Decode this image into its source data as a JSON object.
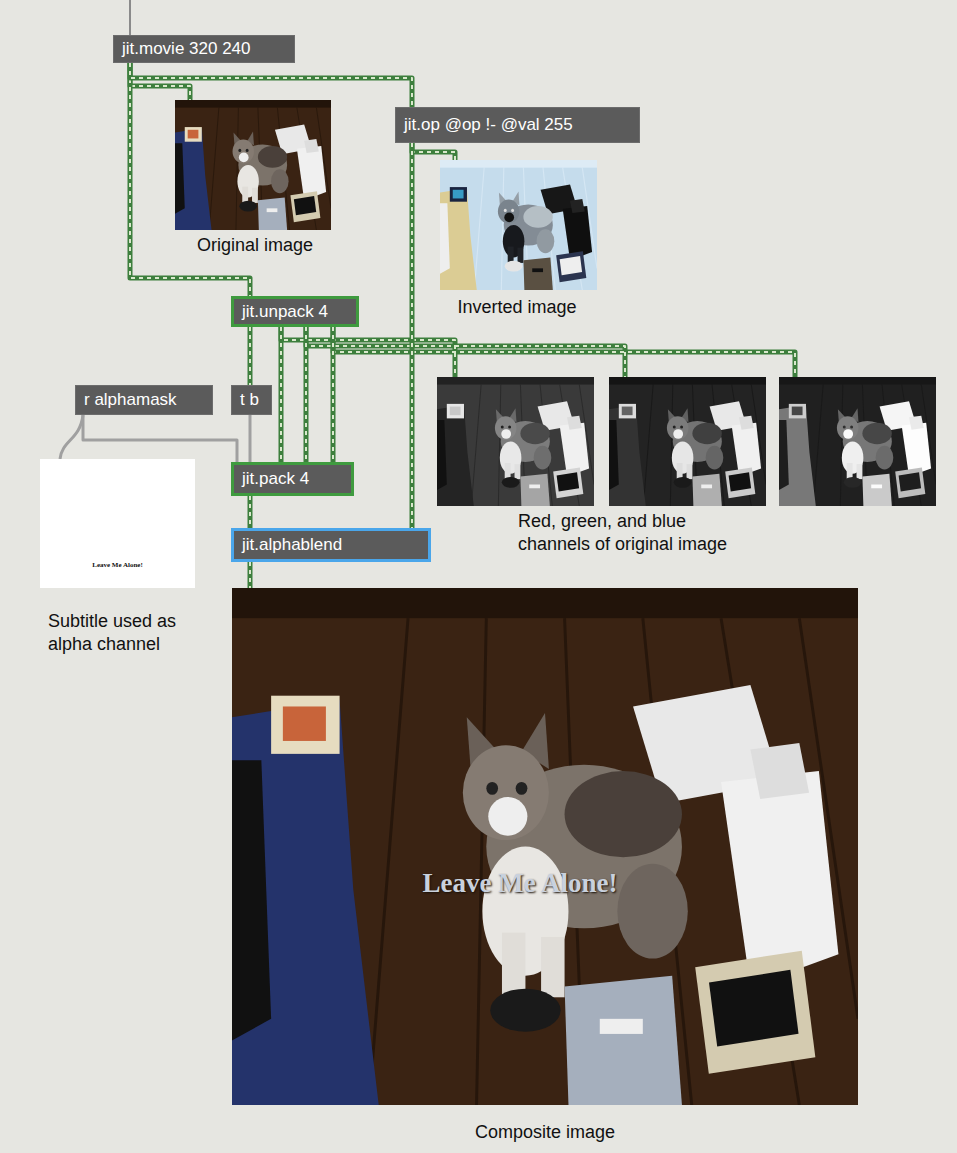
{
  "diagram": {
    "nodes": [
      {
        "text": [
          "jit.movie 320 240"
        ]
      },
      {
        "text": [
          "jit.op @op !- @val 255"
        ]
      },
      {
        "text": [
          "jit.unpack 4"
        ]
      },
      {
        "text": [
          "r alphamask"
        ]
      },
      {
        "text": [
          "t b"
        ]
      },
      {
        "text": [
          "jit.pack 4"
        ]
      },
      {
        "text": [
          "jit.alphablend"
        ]
      }
    ],
    "edges": [
      {
        "from": 0,
        "to": 2,
        "arrow": "none"
      },
      {
        "from": 0,
        "to": 1,
        "arrow": "none"
      },
      {
        "from": 2,
        "to": 4,
        "arrow": "none"
      },
      {
        "from": 2,
        "to": 5,
        "arrow": "none"
      },
      {
        "from": 2,
        "to": 5,
        "arrow": "none"
      },
      {
        "from": 2,
        "to": 5,
        "arrow": "none"
      },
      {
        "from": 3,
        "to": 5,
        "arrow": "none"
      },
      {
        "from": 4,
        "to": 5,
        "arrow": "none"
      },
      {
        "from": 5,
        "to": 6,
        "arrow": "none"
      },
      {
        "from": 1,
        "to": 6,
        "arrow": "none"
      }
    ],
    "labels": [
      "Original image",
      "Inverted image",
      "Red, green, and blue channels of original image",
      "Leave Me Alone!",
      "Subtitle used as alpha channel",
      "Leave Me Alone!",
      "Composite image"
    ]
  }
}
